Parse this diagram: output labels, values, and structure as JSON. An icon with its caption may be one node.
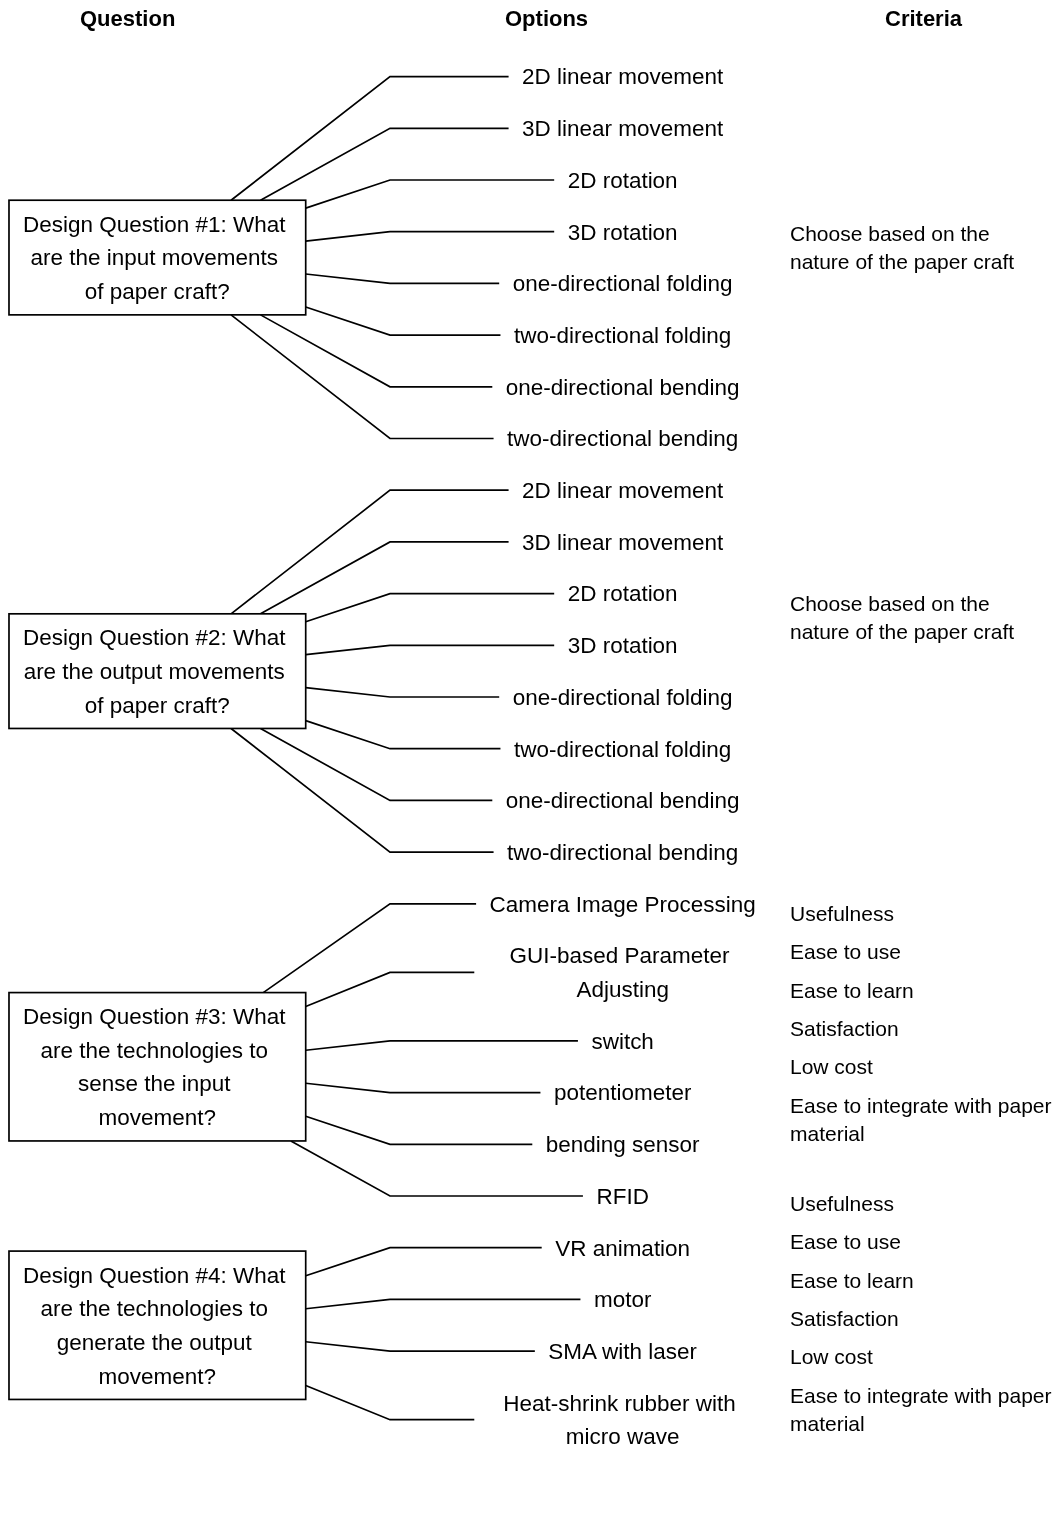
{
  "diagram": {
    "nodes": [
      {
        "text": [
          "Design Question #1: What are the input movements of paper craft?"
        ]
      },
      {
        "text": [
          "2D linear movement"
        ]
      },
      {
        "text": [
          "3D linear movement"
        ]
      },
      {
        "text": [
          "2D rotation"
        ]
      },
      {
        "text": [
          "3D rotation"
        ]
      },
      {
        "text": [
          "one-directional folding"
        ]
      },
      {
        "text": [
          "two-directional folding"
        ]
      },
      {
        "text": [
          "one-directional bending"
        ]
      },
      {
        "text": [
          "two-directional bending"
        ]
      },
      {
        "text": [
          "Design Question #2: What are the output movements of paper craft?"
        ]
      },
      {
        "text": [
          "2D linear movement"
        ]
      },
      {
        "text": [
          "3D linear movement"
        ]
      },
      {
        "text": [
          "2D rotation"
        ]
      },
      {
        "text": [
          "3D rotation"
        ]
      },
      {
        "text": [
          "one-directional folding"
        ]
      },
      {
        "text": [
          "two-directional folding"
        ]
      },
      {
        "text": [
          "one-directional bending"
        ]
      },
      {
        "text": [
          "two-directional bending"
        ]
      },
      {
        "text": [
          "Design Question #3: What are the technologies to sense the input movement?"
        ]
      },
      {
        "text": [
          "Camera Image Processing"
        ]
      },
      {
        "text": [
          "GUI-based Parameter Adjusting"
        ]
      },
      {
        "text": [
          "switch"
        ]
      },
      {
        "text": [
          "potentiometer"
        ]
      },
      {
        "text": [
          "bending sensor"
        ]
      },
      {
        "text": [
          "RFID"
        ]
      },
      {
        "text": [
          "Design Question #4: What are the technologies to generate the output movement?"
        ]
      },
      {
        "text": [
          "VR animation"
        ]
      },
      {
        "text": [
          "motor"
        ]
      },
      {
        "text": [
          "SMA with laser"
        ]
      },
      {
        "text": [
          "Heat-shrink rubber with micro wave"
        ]
      }
    ],
    "edges": [
      {
        "from": 0,
        "to": 1,
        "arrow": "none"
      },
      {
        "from": 0,
        "to": 2,
        "arrow": "none"
      },
      {
        "from": 0,
        "to": 3,
        "arrow": "none"
      },
      {
        "from": 0,
        "to": 4,
        "arrow": "none"
      },
      {
        "from": 0,
        "to": 5,
        "arrow": "none"
      },
      {
        "from": 0,
        "to": 6,
        "arrow": "none"
      },
      {
        "from": 0,
        "to": 7,
        "arrow": "none"
      },
      {
        "from": 0,
        "to": 8,
        "arrow": "none"
      },
      {
        "from": 9,
        "to": 10,
        "arrow": "none"
      },
      {
        "from": 9,
        "to": 11,
        "arrow": "none"
      },
      {
        "from": 9,
        "to": 12,
        "arrow": "none"
      },
      {
        "from": 9,
        "to": 13,
        "arrow": "none"
      },
      {
        "from": 9,
        "to": 14,
        "arrow": "none"
      },
      {
        "from": 9,
        "to": 15,
        "arrow": "none"
      },
      {
        "from": 9,
        "to": 16,
        "arrow": "none"
      },
      {
        "from": 9,
        "to": 17,
        "arrow": "none"
      },
      {
        "from": 18,
        "to": 19,
        "arrow": "none"
      },
      {
        "from": 18,
        "to": 20,
        "arrow": "none"
      },
      {
        "from": 18,
        "to": 21,
        "arrow": "none"
      },
      {
        "from": 18,
        "to": 22,
        "arrow": "none"
      },
      {
        "from": 18,
        "to": 23,
        "arrow": "none"
      },
      {
        "from": 18,
        "to": 24,
        "arrow": "none"
      },
      {
        "from": 25,
        "to": 26,
        "arrow": "none"
      },
      {
        "from": 25,
        "to": 27,
        "arrow": "none"
      },
      {
        "from": 25,
        "to": 28,
        "arrow": "none"
      },
      {
        "from": 25,
        "to": 29,
        "arrow": "none"
      }
    ],
    "labels": [
      "Question",
      "Options",
      "Criteria",
      "Choose based on the nature of the paper craft",
      "Choose based on the nature of the paper craft",
      "Usefulness",
      "Ease to use",
      "Ease to learn",
      "Satisfaction",
      "Low cost",
      "Ease to integrate with paper material",
      "Usefulness",
      "Ease to use",
      "Ease to learn",
      "Satisfaction",
      "Low cost",
      "Ease to integrate with paper material"
    ]
  }
}
